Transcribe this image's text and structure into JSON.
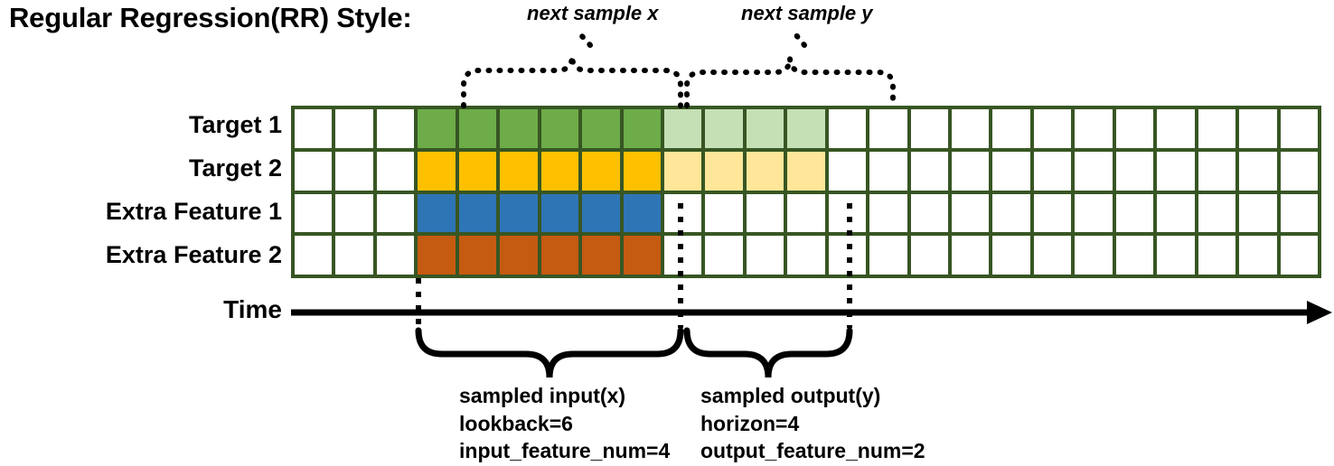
{
  "title": "Regular Regression(RR) Style:",
  "rows": [
    {
      "label": "Target 1",
      "name": "target-1"
    },
    {
      "label": "Target 2",
      "name": "target-2"
    },
    {
      "label": "Extra Feature 1",
      "name": "extra-feature-1"
    },
    {
      "label": "Extra Feature 2",
      "name": "extra-feature-2"
    }
  ],
  "grid": {
    "total_columns": 25,
    "leading_blank_columns": 3,
    "input_columns": 6,
    "output_columns": 4,
    "trailing_blank_columns": 12,
    "cell_fills": [
      [
        "",
        "",
        "",
        "c-green",
        "c-green",
        "c-green",
        "c-green",
        "c-green",
        "c-green",
        "c-greenlite",
        "c-greenlite",
        "c-greenlite",
        "c-greenlite",
        "",
        "",
        "",
        "",
        "",
        "",
        "",
        "",
        "",
        "",
        "",
        ""
      ],
      [
        "",
        "",
        "",
        "c-yellow",
        "c-yellow",
        "c-yellow",
        "c-yellow",
        "c-yellow",
        "c-yellow",
        "c-yellowlite",
        "c-yellowlite",
        "c-yellowlite",
        "c-yellowlite",
        "",
        "",
        "",
        "",
        "",
        "",
        "",
        "",
        "",
        "",
        "",
        ""
      ],
      [
        "",
        "",
        "",
        "c-blue",
        "c-blue",
        "c-blue",
        "c-blue",
        "c-blue",
        "c-blue",
        "",
        "",
        "",
        "",
        "",
        "",
        "",
        "",
        "",
        "",
        "",
        "",
        "",
        "",
        "",
        ""
      ],
      [
        "",
        "",
        "",
        "c-orange",
        "c-orange",
        "c-orange",
        "c-orange",
        "c-orange",
        "c-orange",
        "",
        "",
        "",
        "",
        "",
        "",
        "",
        "",
        "",
        "",
        "",
        "",
        "",
        "",
        "",
        ""
      ]
    ]
  },
  "time_axis": {
    "label": "Time"
  },
  "annotations": {
    "next_sample_x": "next sample x",
    "next_sample_y": "next sample y"
  },
  "captions": {
    "input": {
      "line1": "sampled input(x)",
      "line2": "lookback=6",
      "line3": "input_feature_num=4"
    },
    "output": {
      "line1": "sampled output(y)",
      "line2": "horizon=4",
      "line3": "output_feature_num=2"
    }
  },
  "colors": {
    "grid_border": "#375623",
    "target1_dark": "#6DAC48",
    "target1_light": "#C5E0B4",
    "target2_dark": "#FFC000",
    "target2_light": "#FFE699",
    "extra1": "#2E75B6",
    "extra2": "#C55A11",
    "axis": "#000000"
  }
}
